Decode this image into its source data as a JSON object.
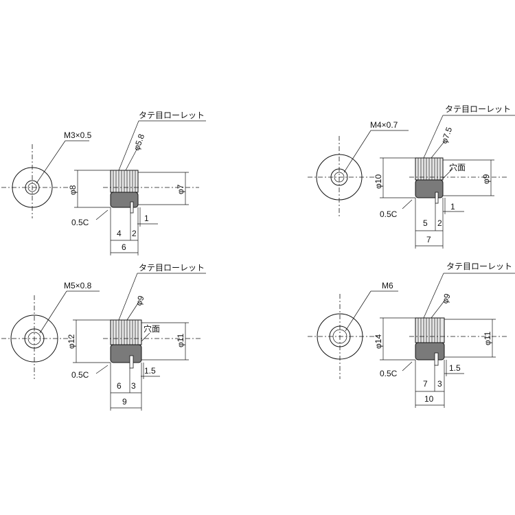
{
  "parts": [
    {
      "id": "m3",
      "thread": "M3×0.5",
      "knurl": "タテ目ローレット",
      "knurl_dia": "φ5.8",
      "outer_dia": "φ8",
      "inner_dia": "φ7",
      "chamfer": "0.5C",
      "hole_label": "",
      "length_head": "4",
      "length_step": "2",
      "length_slot": "1",
      "length_total": "6"
    },
    {
      "id": "m4",
      "thread": "M4×0.7",
      "knurl": "タテ目ローレット",
      "knurl_dia": "φ7.5",
      "outer_dia": "φ10",
      "inner_dia": "φ9",
      "chamfer": "0.5C",
      "hole_label": "穴面",
      "length_head": "5",
      "length_step": "2",
      "length_slot": "1",
      "length_total": "7"
    },
    {
      "id": "m5",
      "thread": "M5×0.8",
      "knurl": "タテ目ローレット",
      "knurl_dia": "φ9",
      "outer_dia": "φ12",
      "inner_dia": "φ11",
      "chamfer": "0.5C",
      "hole_label": "穴面",
      "length_head": "6",
      "length_step": "3",
      "length_slot": "1.5",
      "length_total": "9"
    },
    {
      "id": "m6",
      "thread": "M6",
      "knurl": "タテ目ローレット",
      "knurl_dia": "φ9",
      "outer_dia": "φ14",
      "inner_dia": "φ11",
      "chamfer": "0.5C",
      "hole_label": "",
      "length_head": "7",
      "length_step": "3",
      "length_slot": "1.5",
      "length_total": "10"
    }
  ]
}
